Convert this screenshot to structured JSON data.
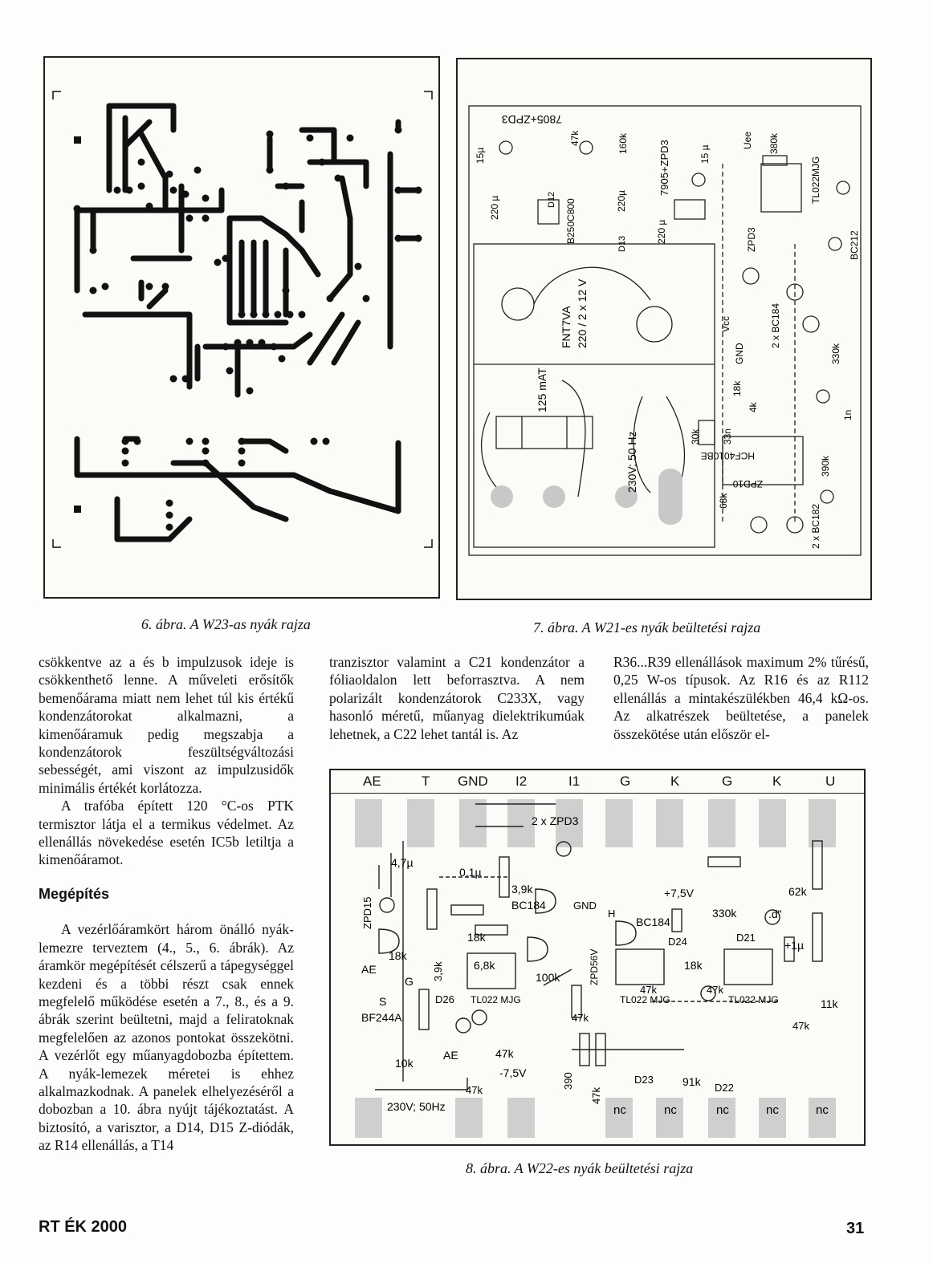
{
  "figures": {
    "fig6": {
      "caption": "6. ábra. A W23-as nyák rajza"
    },
    "fig7": {
      "caption": "7. ábra. A W21-es nyák beültetési rajza",
      "labels": {
        "transformer": "FNT7VA",
        "transformer_rating": "220 / 2 x 12 V",
        "fuse": "125 mAT",
        "mains": "230V; 50 Hz",
        "reg1": "7805+ZPD3",
        "reg2": "7905+ZPD3",
        "bridge": "B250C800",
        "c220a": "220 µ",
        "c220b": "220µ",
        "c220c": "220 µ",
        "c15a": "15µ",
        "c15b": "15 µ",
        "r47k": "47k",
        "r160k": "160k",
        "r380k": "380k",
        "ic_tl": "TL022MJG",
        "bc212": "BC212",
        "bc184": "2 x BC184",
        "bc182": "2 x BC182",
        "hcf": "HCF4010BE",
        "zpd3": "ZPD3",
        "zpd10": "ZPD10",
        "r30k": "30k",
        "r18k": "18k",
        "r4k": "4k",
        "r330k": "330k",
        "r390k": "390k",
        "c33n": "33n",
        "c1n": "1n",
        "r68k": "68k",
        "gnd": "GND",
        "vcc": "Vcc",
        "uee": "Uee",
        "d12": "D12",
        "d13": "D13"
      }
    },
    "fig8": {
      "caption": "8. ábra. A W22-es nyák beültetési rajza",
      "pins": [
        "AE",
        "T",
        "GND",
        "I2",
        "I1",
        "G",
        "K",
        "G",
        "K",
        "U"
      ],
      "bottom_pins": [
        "nc",
        "nc",
        "nc",
        "nc",
        "nc"
      ],
      "labels": {
        "zpd3": "2 x ZPD3",
        "c47u": "4,7µ",
        "c01u": "0,1µ",
        "zpd15": "ZPD15",
        "r39k": "3,9k",
        "bc184a": "BC184",
        "gnd": "GND",
        "h": "H",
        "vplus": "+7,5V",
        "r330k": "330k",
        "d": ".d\"",
        "r62k": "62k",
        "bc184b": "BC184",
        "d24": "D24",
        "d21": "D21",
        "c1u": "+1µ",
        "r18k_a": "18k",
        "r18k_b": "18k",
        "r18k_c": "18k",
        "r68k": "6,8k",
        "r39k_b": "3,9k",
        "ae": "AE",
        "g": "G",
        "s": "S",
        "bf244": "BF244A",
        "d26": "D26",
        "ic1": "TL022 MJG",
        "ic2": "TL022 MJG",
        "ic3": "TL022 MJG",
        "r100k": "100k",
        "zpd56": "ZPD56V",
        "r47k_a": "47k",
        "r47k_b": "47k",
        "r47k_c": "47k",
        "r47k_d": "47k",
        "r11k": "11k",
        "r10k": "10k",
        "ae2": "AE",
        "r47k_e": "47k",
        "vminus": "-7,5V",
        "r390": "390",
        "r47k_f": "47k",
        "d23": "D23",
        "r91k": "91k",
        "d22": "D22",
        "r47k_g": "47k",
        "mains": "230V; 50Hz"
      }
    }
  },
  "columns": {
    "col1": {
      "p1": "csökkentve az a és b impulzusok ideje is csökkenthető lenne. A műveleti erősítők bemenőárama miatt nem lehet túl kis értékű kondenzátorokat alkalmazni, a kimenőáramuk pedig megszabja a kondenzátorok feszültségváltozási sebességét, ami viszont az impulzusidők minimális értékét korlátozza.",
      "p2": "A trafóba épített 120 °C-os PTK termisztor látja el a termikus védelmet. Az ellenállás növekedése esetén IC5b letiltja a kimenőáramot.",
      "heading": "Megépítés",
      "p3": "A vezérlőáramkört három önálló nyák-lemezre terveztem (4., 5., 6. ábrák). Az áramkör megépítését célszerű a tápegységgel kezdeni és a többi részt csak ennek megfelelő működése esetén a 7., 8., és a 9. ábrák szerint beültetni, majd a feliratoknak megfelelően az azonos pontokat összekötni. A vezérlőt egy műanyagdobozba építettem. A nyák-lemezek méretei is ehhez alkalmazkodnak. A panelek elhelyezéséről a dobozban a 10. ábra nyújt tájékoztatást. A biztosító, a varisztor, a D14, D15 Z-diódák, az R14 ellenállás, a T14"
    },
    "col2": {
      "p1": "tranzisztor valamint a C21 kondenzátor a fóliaoldalon lett beforrasztva. A nem polarizált kondenzátorok C233X, vagy hasonló méretű, műanyag dielektrikumúak lehetnek, a C22 lehet tantál is. Az"
    },
    "col3": {
      "p1": "R36...R39 ellenállások maximum 2% tűrésű, 0,25 W-os típusok. Az R16 és az R112 ellenállás a mintakészülékben 46,4 kΩ-os. Az alkatrészek beültetése, a panelek összekötése után először el-"
    }
  },
  "footer": {
    "left": "RT ÉK 2000",
    "right": "31"
  }
}
